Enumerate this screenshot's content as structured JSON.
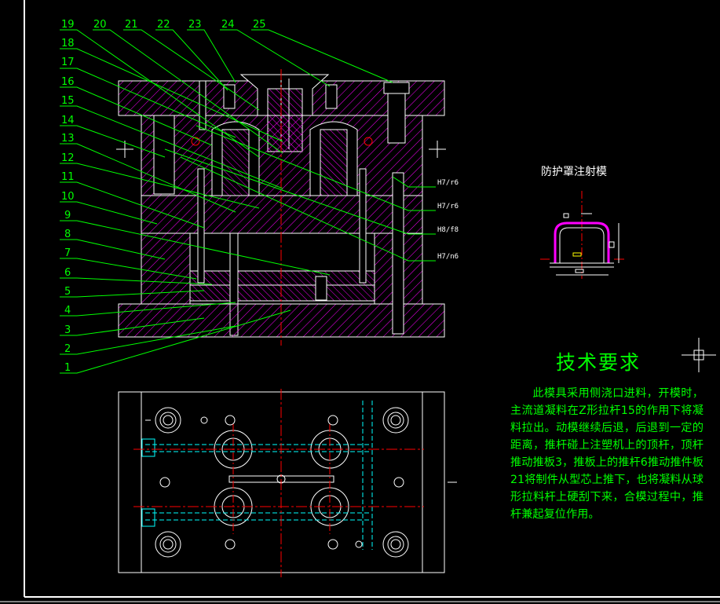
{
  "part_numbers": [
    "19",
    "20",
    "21",
    "22",
    "23",
    "24",
    "25",
    "18",
    "17",
    "16",
    "15",
    "14",
    "13",
    "12",
    "11",
    "10",
    "9",
    "8",
    "7",
    "6",
    "5",
    "4",
    "3",
    "2",
    "1"
  ],
  "fits": [
    "H7/r6",
    "H7/r6",
    "H8/f8",
    "H7/n6"
  ],
  "product_title": "防护罩注射模",
  "requirements": {
    "title": "技术要求",
    "body": "此模具采用侧浇口进料，开模时，主流道凝料在Z形拉杆15的作用下将凝料拉出。动模继续后退，后退到一定的距离，推杆碰上注塑机上的顶杆，顶杆推动推板3，推板上的推杆6推动推件板21将制件从型芯上推下，也将凝料从球形拉料杆上硬刮下来，合模过程中，推杆兼起复位作用。"
  },
  "colors": {
    "background": "#000000",
    "frame": "#ffffff",
    "hatch": "#ff00ff",
    "leader": "#00ff00",
    "centerline": "#ff0000",
    "hidden": "#00ffff",
    "accent_yellow": "#ffff00"
  }
}
